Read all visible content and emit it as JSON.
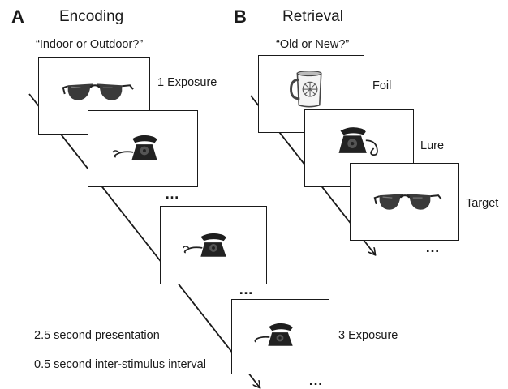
{
  "panel_a": {
    "letter": "A",
    "title": "Encoding",
    "prompt": "“Indoor or Outdoor?”",
    "labels": {
      "first": "1 Exposure",
      "last": "3 Exposure"
    },
    "ellipses": [
      "…",
      "…",
      "…"
    ],
    "timing": {
      "presentation": "2.5 second presentation",
      "isi": "0.5 second inter-stimulus interval"
    }
  },
  "panel_b": {
    "letter": "B",
    "title": "Retrieval",
    "prompt": "“Old or New?”",
    "labels": {
      "foil": "Foil",
      "lure": "Lure",
      "target": "Target"
    },
    "ellipsis": "…"
  },
  "icons": [
    "sunglasses-icon",
    "telephone-icon",
    "mug-icon"
  ]
}
